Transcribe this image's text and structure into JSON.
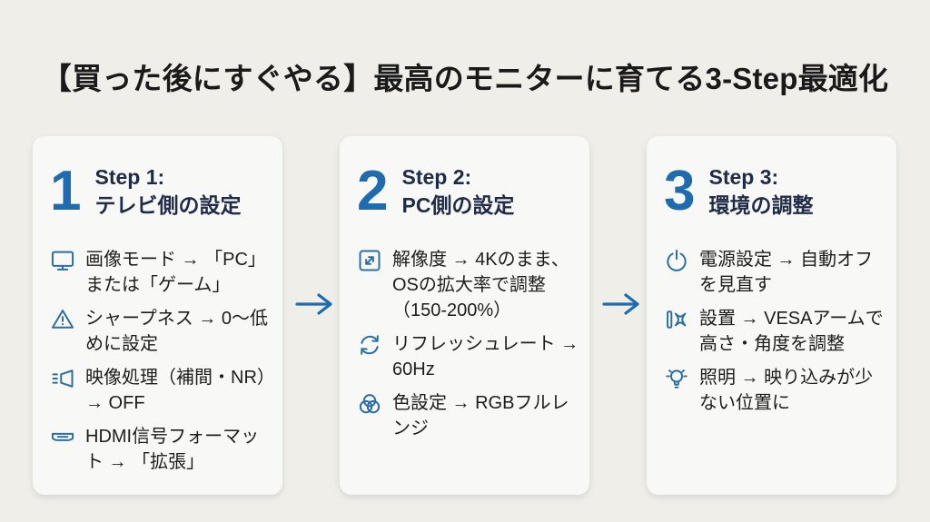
{
  "page": {
    "title": "【買った後にすぐやる】最高のモニターに育てる3-Step最適化",
    "colors": {
      "background": "#EFEEE9",
      "card": "#F8F8F6",
      "accent": "#1E6BB0",
      "heading": "#1F2B47",
      "icon": "#2A6FA3",
      "body_text": "#1D1D1D"
    },
    "flow_arrow_icon": "arrow-right-icon"
  },
  "steps": [
    {
      "number": "1",
      "title_line1": "Step 1:",
      "title_line2": "テレビ側の設定",
      "items": [
        {
          "icon": "monitor-icon",
          "text": "画像モード → 「PC」または「ゲーム」"
        },
        {
          "icon": "warning-triangle-icon",
          "text": "シャープネス → 0〜低めに設定"
        },
        {
          "icon": "megaphone-icon",
          "text": "映像処理（補間・NR）→ OFF"
        },
        {
          "icon": "hdmi-icon",
          "text": "HDMI信号フォーマット → 「拡張」"
        }
      ]
    },
    {
      "number": "2",
      "title_line1": "Step 2:",
      "title_line2": "PC側の設定",
      "items": [
        {
          "icon": "expand-icon",
          "text": "解像度 → 4Kのまま、OSの拡大率で調整（150-200%）"
        },
        {
          "icon": "refresh-icon",
          "text": "リフレッシュレート → 60Hz"
        },
        {
          "icon": "rgb-circles-icon",
          "text": "色設定 → RGBフルレンジ"
        }
      ]
    },
    {
      "number": "3",
      "title_line1": "Step 3:",
      "title_line2": "環境の調整",
      "items": [
        {
          "icon": "power-icon",
          "text": "電源設定 → 自動オフを見直す"
        },
        {
          "icon": "vesa-mount-icon",
          "text": "設置 → VESAアームで高さ・角度を調整"
        },
        {
          "icon": "lightbulb-icon",
          "text": "照明 → 映り込みが少ない位置に"
        }
      ]
    }
  ]
}
